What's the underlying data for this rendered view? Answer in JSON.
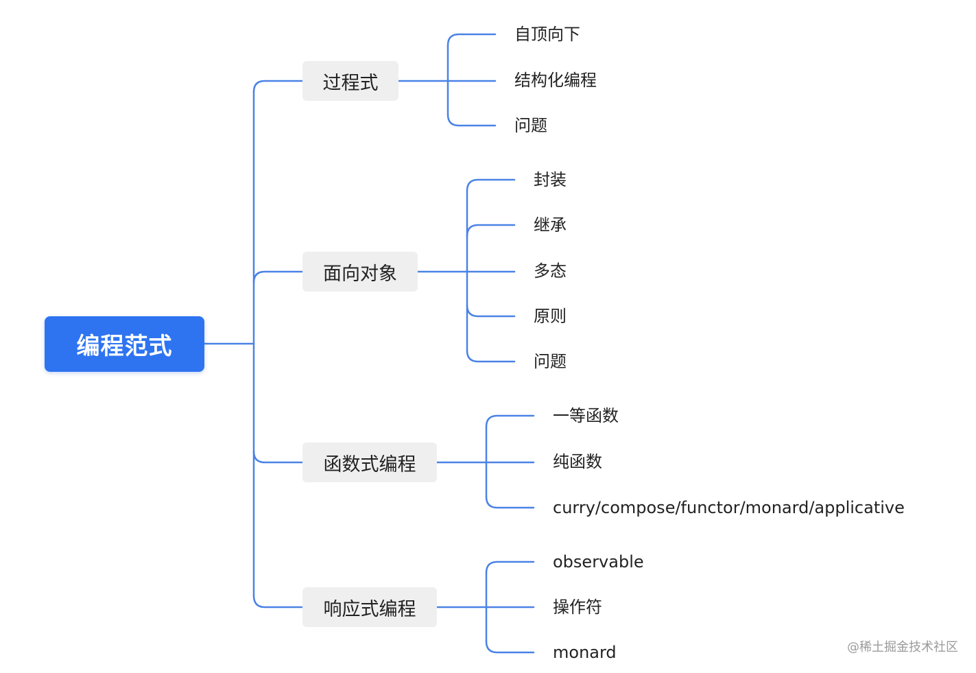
{
  "colors": {
    "root_bg": "#2e74f0",
    "root_text": "#ffffff",
    "branch_bg": "#efefef",
    "connector": "#4a82e6",
    "text": "#222222"
  },
  "root": {
    "label": "编程范式"
  },
  "branches": [
    {
      "label": "过程式",
      "children": [
        "自顶向下",
        "结构化编程",
        "问题"
      ]
    },
    {
      "label": "面向对象",
      "children": [
        "封装",
        "继承",
        "多态",
        "原则",
        "问题"
      ]
    },
    {
      "label": "函数式编程",
      "children": [
        "一等函数",
        "纯函数",
        "curry/compose/functor/monard/applicative"
      ]
    },
    {
      "label": "响应式编程",
      "children": [
        "observable",
        "操作符",
        "monard"
      ]
    }
  ],
  "footer": {
    "text": "@稀土掘金技术社区"
  }
}
